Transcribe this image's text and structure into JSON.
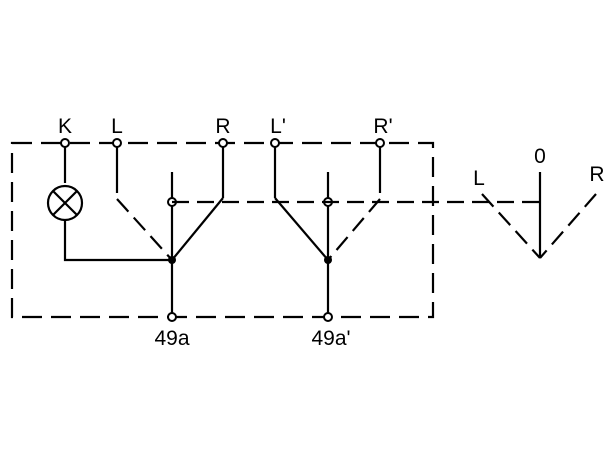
{
  "diagram": {
    "terminals": {
      "k": "K",
      "l": "L",
      "r": "R",
      "l_prime": "L'",
      "r_prime": "R'",
      "out_49a": "49a",
      "out_49a_prime": "49a'"
    },
    "switch_positions": {
      "left": "L",
      "off": "0",
      "right": "R"
    },
    "colors": {
      "line": "#000000",
      "background": "#ffffff"
    },
    "icons": {
      "lamp": "lamp-icon"
    }
  }
}
